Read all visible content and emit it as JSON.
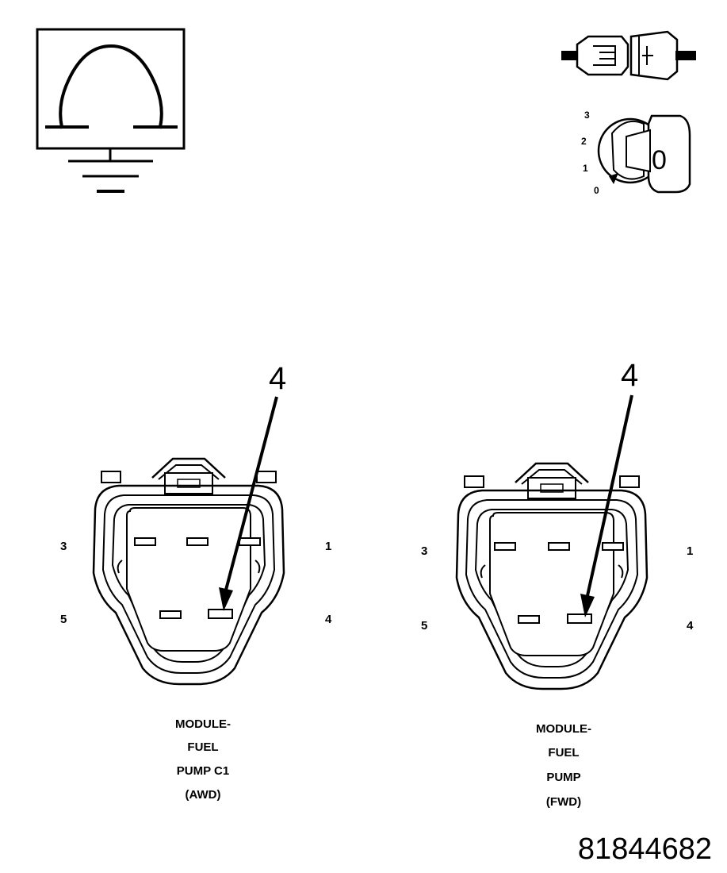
{
  "ohmmeter_icon": {
    "icon": "ohmmeter-ground-icon"
  },
  "ignition_icon": {
    "icon": "ignition-key-off-icon",
    "positions": [
      "3",
      "2",
      "1",
      "0"
    ],
    "key_label": "0"
  },
  "connectors": [
    {
      "callout_pin": "4",
      "pin_labels": {
        "top_left": "3",
        "top_right": "1",
        "bottom_left": "5",
        "bottom_right": "4"
      },
      "caption": [
        "MODULE-",
        "FUEL",
        "PUMP C1",
        "(AWD)"
      ]
    },
    {
      "callout_pin": "4",
      "pin_labels": {
        "top_left": "3",
        "top_right": "1",
        "bottom_left": "5",
        "bottom_right": "4"
      },
      "caption": [
        "MODULE-",
        "FUEL",
        "PUMP",
        "(FWD)"
      ]
    }
  ],
  "figure_id": "81844682"
}
